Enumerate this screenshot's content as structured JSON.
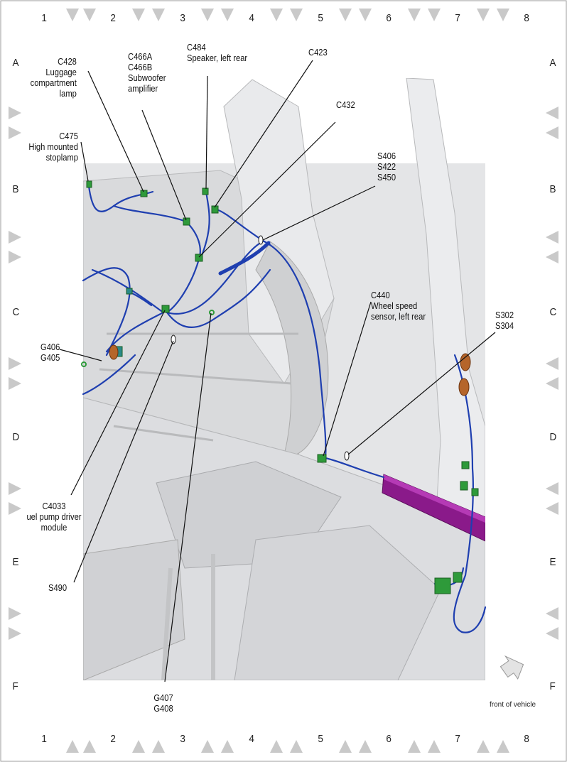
{
  "grid": {
    "columns": [
      "1",
      "2",
      "3",
      "4",
      "5",
      "6",
      "7",
      "8"
    ],
    "rows": [
      "A",
      "B",
      "C",
      "D",
      "E",
      "F"
    ]
  },
  "callouts": {
    "c428": "C428\nLuggage\ncompartment\nlamp",
    "c466": "C466A\nC466B\nSubwoofer\namplifier",
    "c484": "C484\nSpeaker, left rear",
    "c423": "C423",
    "c432": "C432",
    "c475": "C475\nHigh mounted\nstoplamp",
    "s406": "S406\nS422\nS450",
    "c440": "C440\nWheel speed\nsensor, left rear",
    "s302": "S302\nS304",
    "g406": "G406\nG405",
    "c4033": "C4033\nuel pump driver\nmodule",
    "s490": "S490",
    "g407": "G407\nG408"
  },
  "orientation": "front of vehicle",
  "colors": {
    "harness": "#1f3fb0",
    "connector": "#2e9a3a",
    "crossmember": "#8a1a8a",
    "body": "#dfe0e2",
    "grid_triangle": "#c8c8c8"
  }
}
